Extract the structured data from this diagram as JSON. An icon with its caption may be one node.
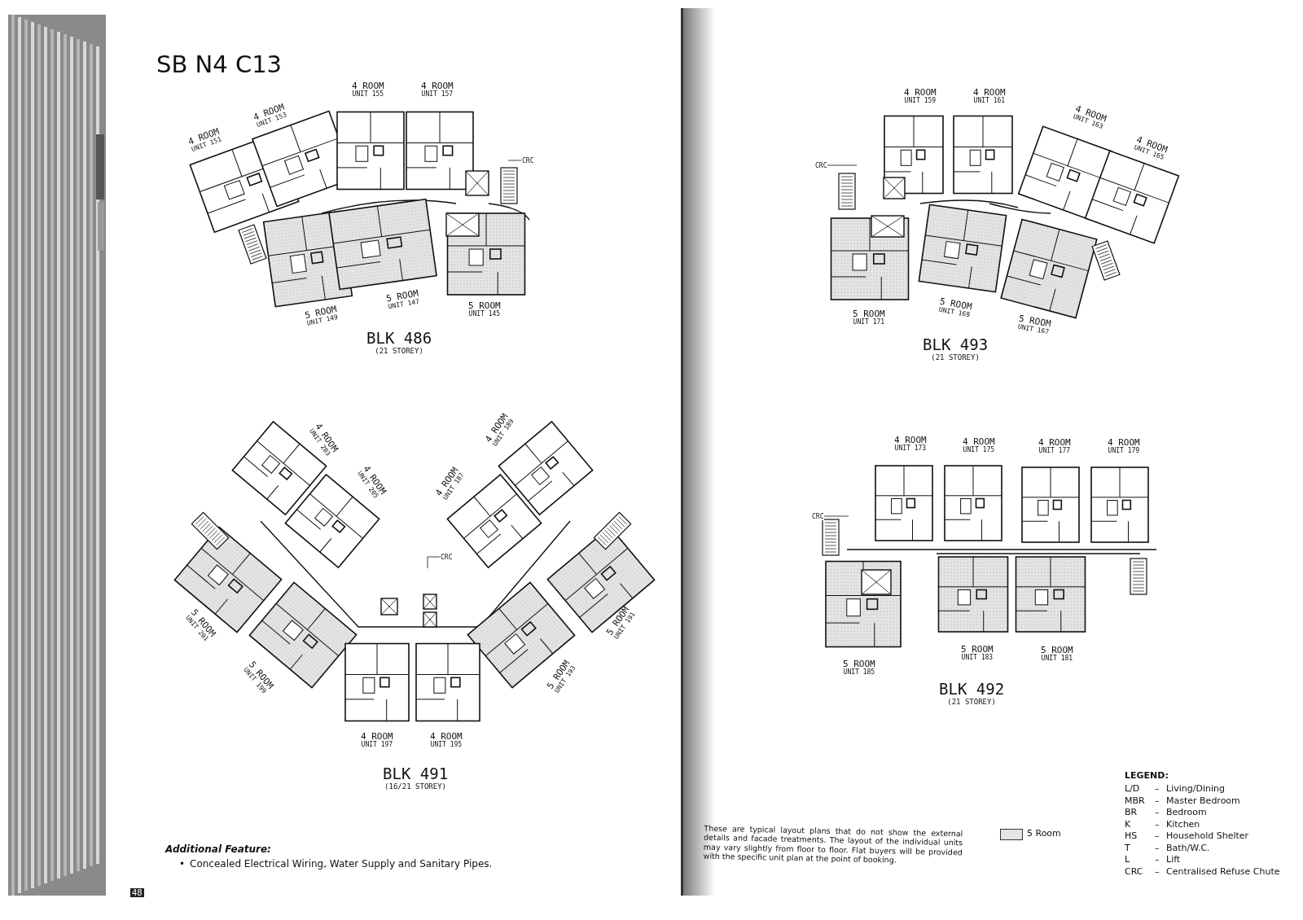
{
  "diagram": {
    "title": "SB N4 C13",
    "nodes": [
      {
        "text": [
          "CRC"
        ]
      },
      {
        "text": [
          "CRC"
        ]
      },
      {
        "text": [
          "CRC"
        ]
      },
      {
        "text": [
          "CRC"
        ]
      }
    ],
    "edges": [
      {
        "from": 0,
        "to": null,
        "arrow": "none"
      },
      {
        "from": 1,
        "to": null,
        "arrow": "none"
      },
      {
        "from": 2,
        "to": null,
        "arrow": "none"
      },
      {
        "from": 3,
        "to": null,
        "arrow": "none"
      }
    ],
    "labels": [
      "4 ROOM",
      "UNIT 151",
      "4 ROOM",
      "UNIT 153",
      "4 ROOM",
      "UNIT 155",
      "4 ROOM",
      "UNIT 157",
      "5 ROOM",
      "UNIT 149",
      "5 ROOM",
      "UNIT 147",
      "5 ROOM",
      "UNIT 145",
      "BLK 486",
      "(21 STOREY)",
      "4 ROOM",
      "UNIT 159",
      "4 ROOM",
      "UNIT 161",
      "4 ROOM",
      "UNIT 163",
      "4 ROOM",
      "UNIT 165",
      "5 ROOM",
      "UNIT 171",
      "5 ROOM",
      "UNIT 169",
      "5 ROOM",
      "UNIT 167",
      "BLK 493",
      "(21 STOREY)",
      "4 ROOM",
      "UNIT 203",
      "4 ROOM",
      "UNIT 205",
      "4 ROOM",
      "UNIT 187",
      "4 ROOM",
      "UNIT 189",
      "5 ROOM",
      "UNIT 201",
      "5 ROOM",
      "UNIT 191",
      "5 ROOM",
      "UNIT 199",
      "5 ROOM",
      "UNIT 193",
      "4 ROOM",
      "UNIT 197",
      "4 ROOM",
      "UNIT 195",
      "BLK 491",
      "(16/21 STOREY)",
      "4 ROOM",
      "UNIT 173",
      "4 ROOM",
      "UNIT 175",
      "4 ROOM",
      "UNIT 177",
      "4 ROOM",
      "UNIT 179",
      "5 ROOM",
      "UNIT 185",
      "5 ROOM",
      "UNIT 183",
      "5 ROOM",
      "UNIT 181",
      "BLK 492",
      "(21 STOREY)",
      "Additional Feature:",
      "•",
      "Concealed Electrical Wiring, Water Supply and Sanitary Pipes.",
      "48",
      "These are typical layout plans that do not show the external details and facade treatments. The layout of the individual units may vary slightly from floor to floor. Flat buyers will be provided with the specific unit plan at the point of booking.",
      "LEGEND:",
      "L/D",
      "–",
      "Living/Dining",
      "MBR",
      "–",
      "Master Bedroom",
      "BR",
      "–",
      "Bedroom",
      "K",
      "–",
      "Kitchen",
      "HS",
      "–",
      "Household Shelter",
      "T",
      "–",
      "Bath/W.C.",
      "L",
      "–",
      "Lift",
      "CRC",
      "–",
      "Centralised Refuse Chute"
    ],
    "legend": [
      {
        "text": "5 Room",
        "color": "#e4e4e4"
      }
    ]
  }
}
